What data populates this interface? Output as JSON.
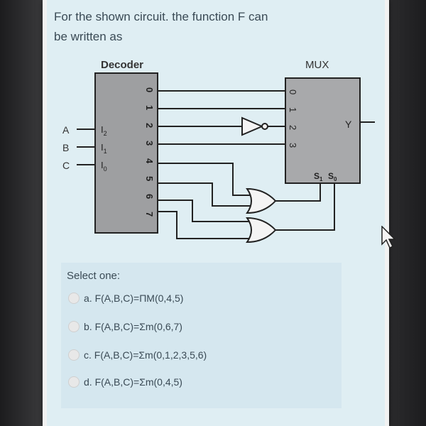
{
  "question": {
    "line1": "For the shown circuit. the function F can",
    "line2": "be written as"
  },
  "circuit": {
    "decoder_label": "Decoder",
    "mux_label": "MUX",
    "decoder_inputs": [
      "I",
      "I",
      "I"
    ],
    "decoder_input_subscripts": [
      "2",
      "1",
      "0"
    ],
    "input_signals": [
      "A",
      "B",
      "C"
    ],
    "decoder_outputs": [
      "0",
      "1",
      "2",
      "3",
      "4",
      "5",
      "6",
      "7"
    ],
    "mux_inputs": [
      "0",
      "1",
      "2",
      "3"
    ],
    "mux_output": "Y",
    "mux_select": "S",
    "mux_select_subscripts": [
      "1",
      "0"
    ]
  },
  "options": {
    "prompt": "Select one:",
    "items": [
      {
        "letter": "a.",
        "text": "F(A,B,C)=ΠM(0,4,5)"
      },
      {
        "letter": "b.",
        "text": "F(A,B,C)=Σm(0,6,7)"
      },
      {
        "letter": "c.",
        "text": "F(A,B,C)=Σm(0,1,2,3,5,6)"
      },
      {
        "letter": "d.",
        "text": "F(A,B,C)=Σm(0,4,5)"
      }
    ]
  }
}
